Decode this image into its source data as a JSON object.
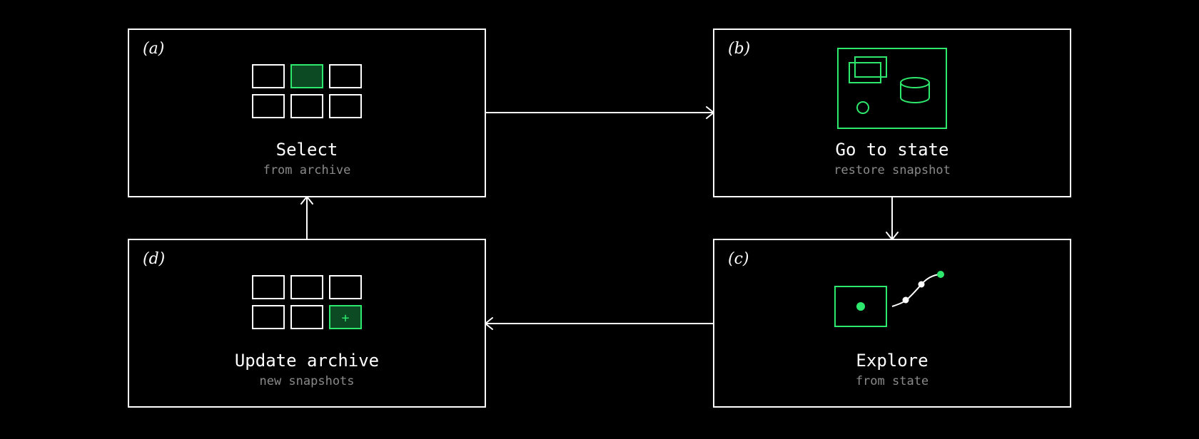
{
  "panels": {
    "a": {
      "tag": "(a)",
      "title": "Select",
      "subtitle": "from archive"
    },
    "b": {
      "tag": "(b)",
      "title": "Go to state",
      "subtitle": "restore snapshot"
    },
    "c": {
      "tag": "(c)",
      "title": "Explore",
      "subtitle": "from state"
    },
    "d": {
      "tag": "(d)",
      "title": "Update archive",
      "subtitle": "new snapshots"
    }
  },
  "icons": {
    "plus_glyph": "+"
  },
  "colors": {
    "background": "#000000",
    "stroke": "#ffffff",
    "accent": "#2ee86d",
    "accent_fill": "#0b4a22",
    "subtitle": "#8a8a8a"
  }
}
